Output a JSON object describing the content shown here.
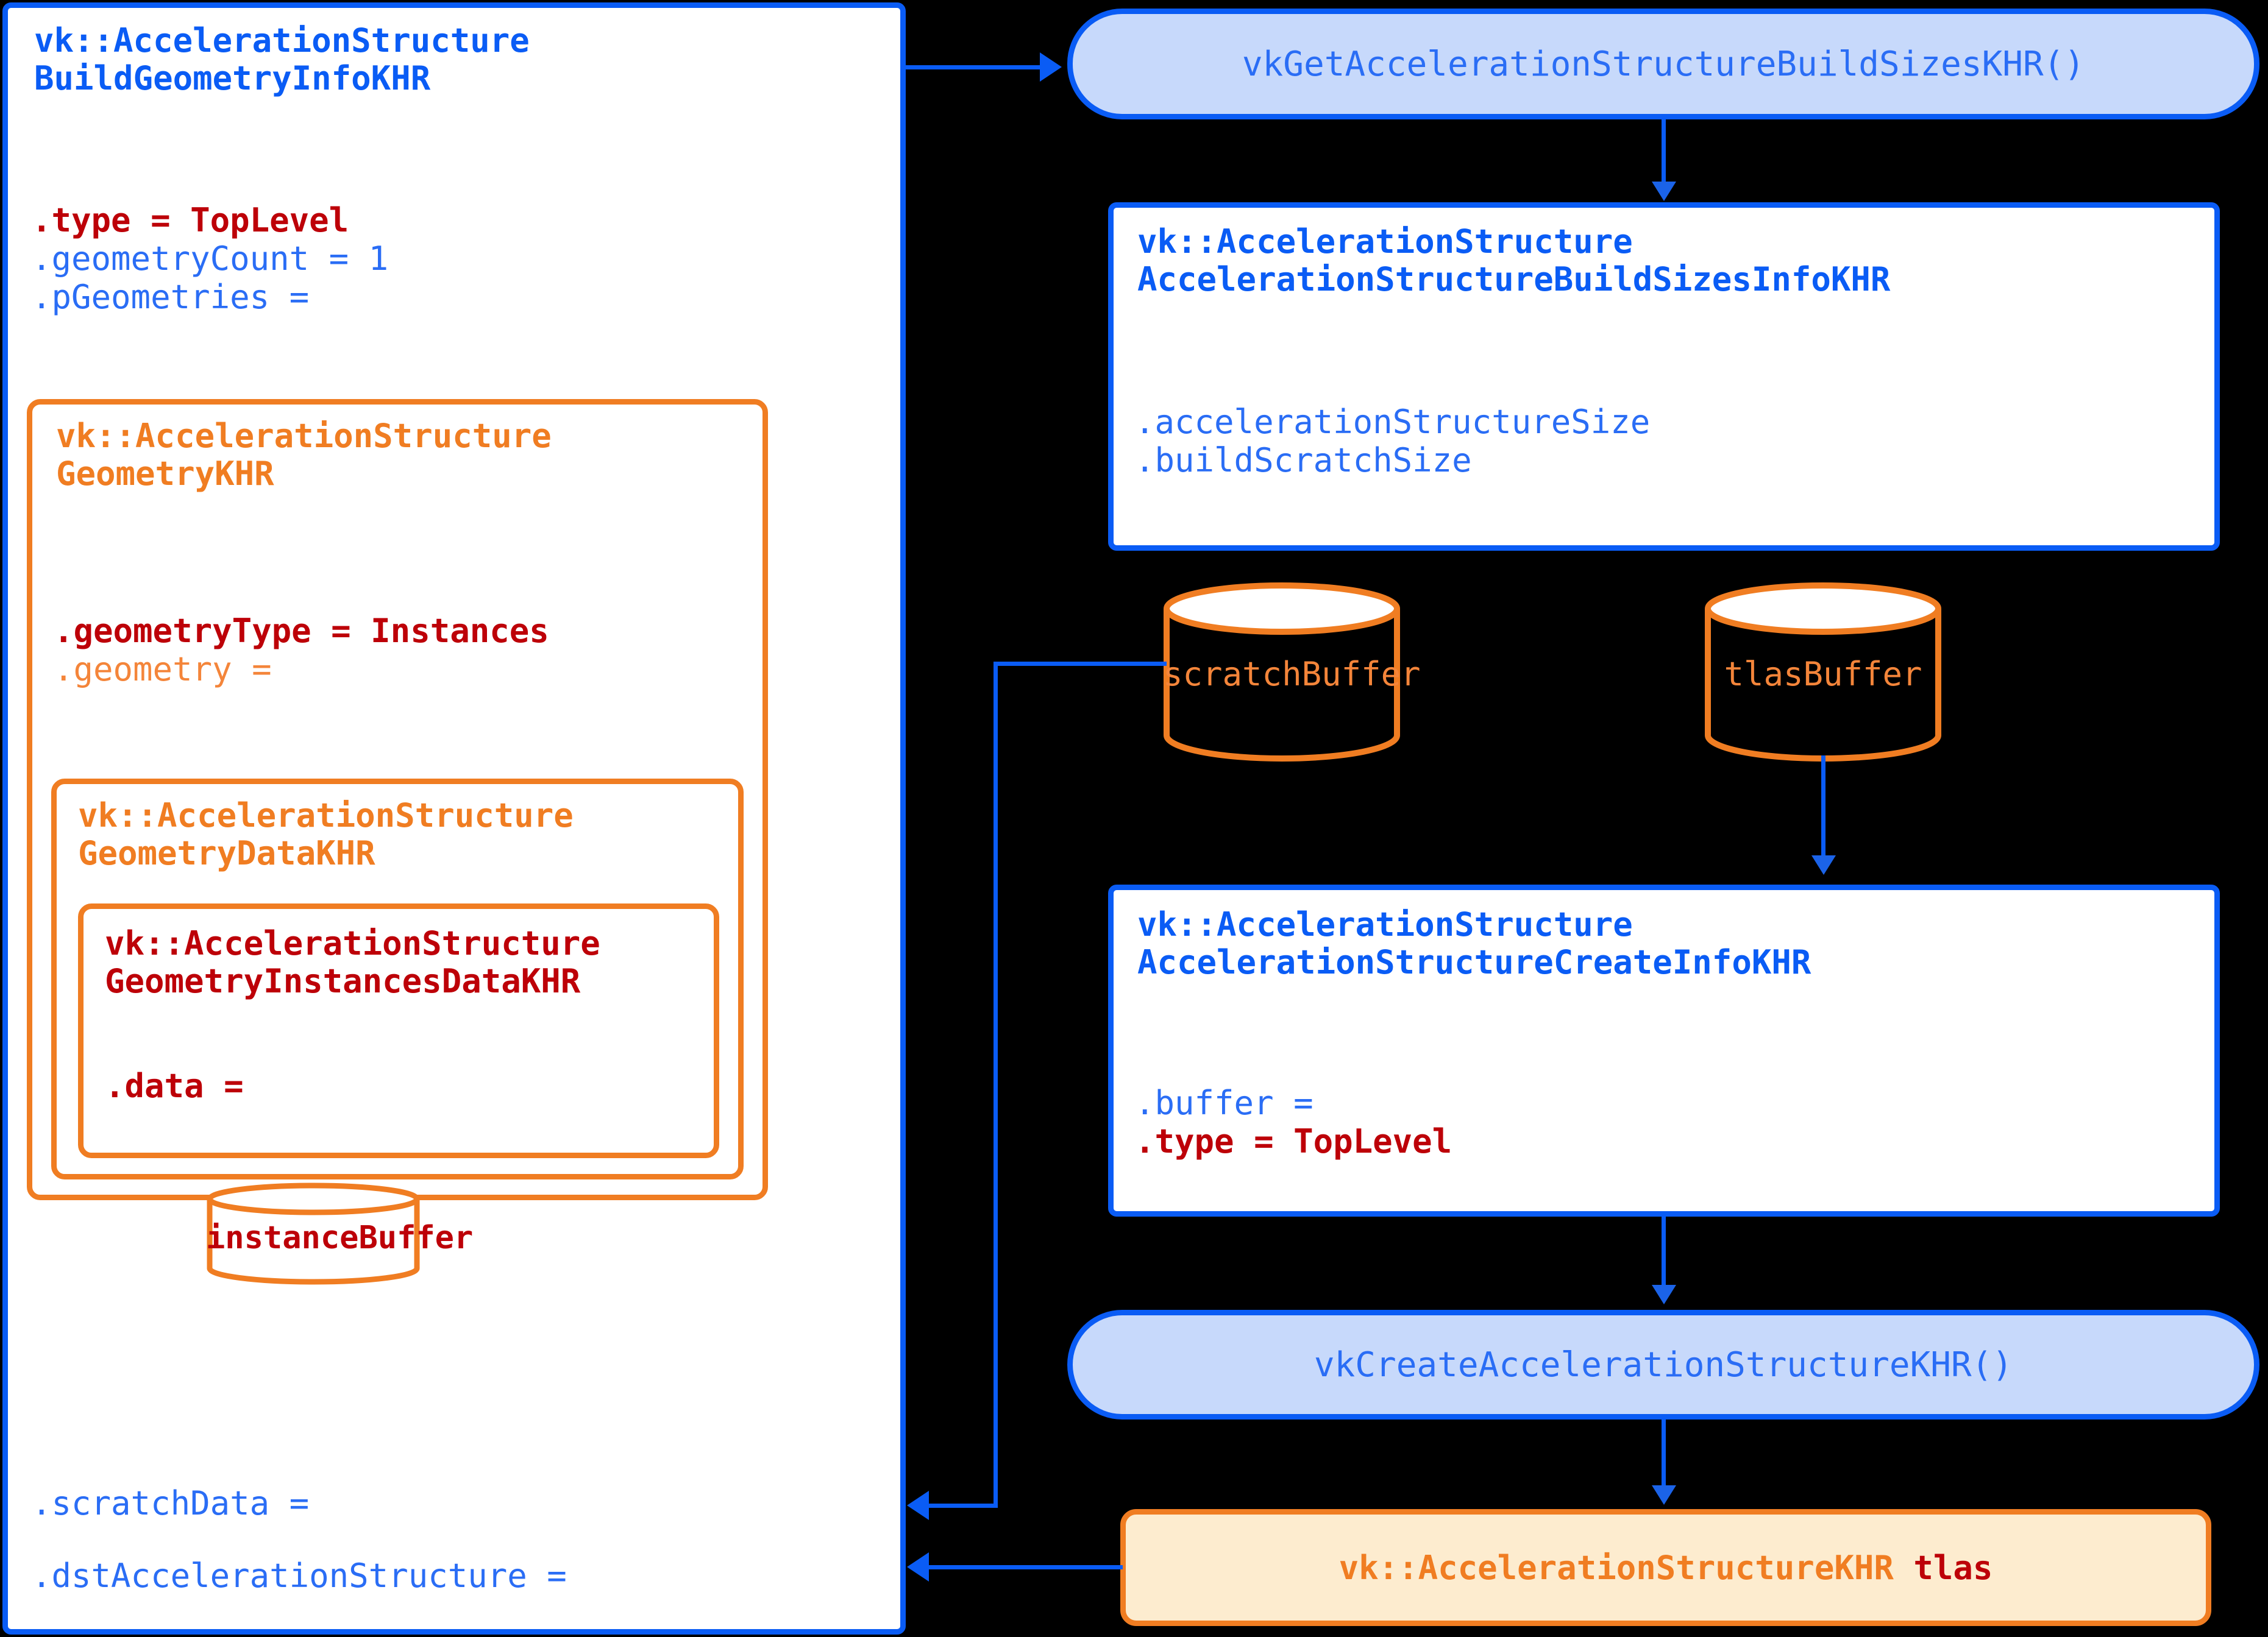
{
  "diagram": {
    "title": "Vulkan Top-Level Acceleration Structure build flow",
    "colors": {
      "blue": "#0a5cf5",
      "blue_fill": "#c7d9fb",
      "orange": "#f07d22",
      "orange_fill": "#fdeccf",
      "dark_red": "#bd0008",
      "background": "#000000"
    }
  },
  "build_geometry_info": {
    "title_line1": "vk::AccelerationStructure",
    "title_line2": "BuildGeometryInfoKHR",
    "fields": [
      {
        "text": ".type = TopLevel",
        "style": "red-bold"
      },
      {
        "text": ".geometryCount = 1",
        "style": "blue-plain"
      },
      {
        "text": ".pGeometries =",
        "style": "blue-plain"
      }
    ],
    "trailing_fields": [
      {
        "text": ".scratchData =",
        "style": "blue-plain"
      },
      {
        "text": ".dstAccelerationStructure =",
        "style": "blue-plain"
      }
    ]
  },
  "geometry_khr": {
    "title_line1": "vk::AccelerationStructure",
    "title_line2": "GeometryKHR",
    "fields": [
      {
        "text": ".geometryType = Instances",
        "style": "red-bold"
      },
      {
        "text": ".geometry =",
        "style": "orange-plain"
      }
    ]
  },
  "geometry_data_khr": {
    "title_line1": "vk::AccelerationStructure",
    "title_line2": "GeometryDataKHR"
  },
  "geometry_instances_data_khr": {
    "title_line1": "vk::AccelerationStructure",
    "title_line2": "GeometryInstancesDataKHR",
    "fields": [
      {
        "text": ".data =",
        "style": "red-bold"
      }
    ]
  },
  "buffers": {
    "instance_buffer": "instanceBuffer",
    "scratch_buffer": "scratchBuffer",
    "tlas_buffer": "tlasBuffer"
  },
  "functions": {
    "get_build_sizes": "vkGetAccelerationStructureBuildSizesKHR()",
    "create_acceleration_structure": "vkCreateAccelerationStructureKHR()"
  },
  "build_sizes_info": {
    "title_line1": "vk::AccelerationStructure",
    "title_line2": "AccelerationStructureBuildSizesInfoKHR",
    "fields": [
      {
        "text": ".accelerationStructureSize",
        "style": "blue-plain"
      },
      {
        "text": ".buildScratchSize",
        "style": "blue-plain"
      }
    ]
  },
  "create_info": {
    "title_line1": "vk::AccelerationStructure",
    "title_line2": "AccelerationStructureCreateInfoKHR",
    "fields": [
      {
        "text": ".buffer =",
        "style": "blue-plain"
      },
      {
        "text": ".type = TopLevel",
        "style": "red-bold"
      }
    ]
  },
  "tlas_result": {
    "type_text": "vk::AccelerationStructureKHR",
    "var_text": "tlas"
  }
}
